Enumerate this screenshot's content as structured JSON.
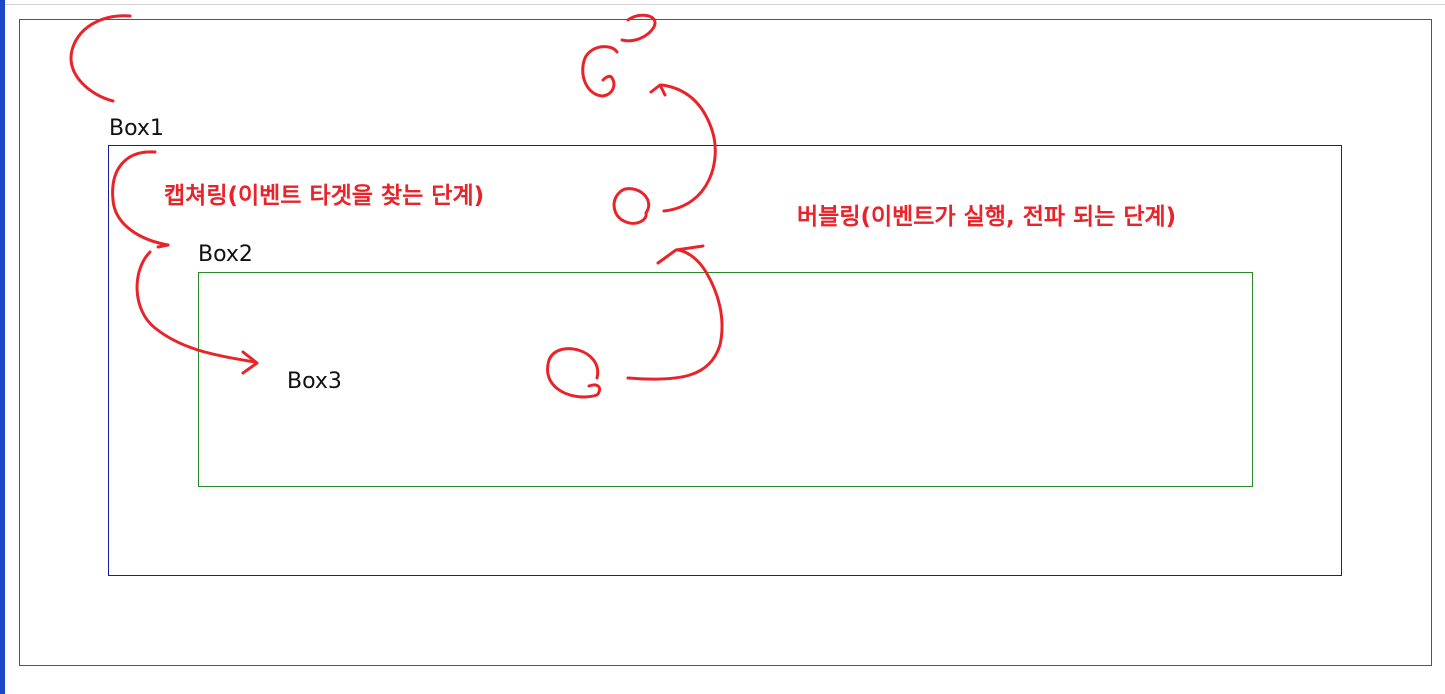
{
  "labels": {
    "box1": "Box1",
    "box2": "Box2",
    "box3": "Box3"
  },
  "annotations": {
    "capturing": "캡쳐링(이벤트 타겟을 찾는 단계)",
    "bubbling": "버블링(이벤트가 실행, 전파 되는 단계)"
  },
  "colors": {
    "annotation": "#e8242a",
    "outer_border": "#e0191d",
    "box1_border": "#1a1aa0",
    "box2_border": "#2a8a2a"
  }
}
